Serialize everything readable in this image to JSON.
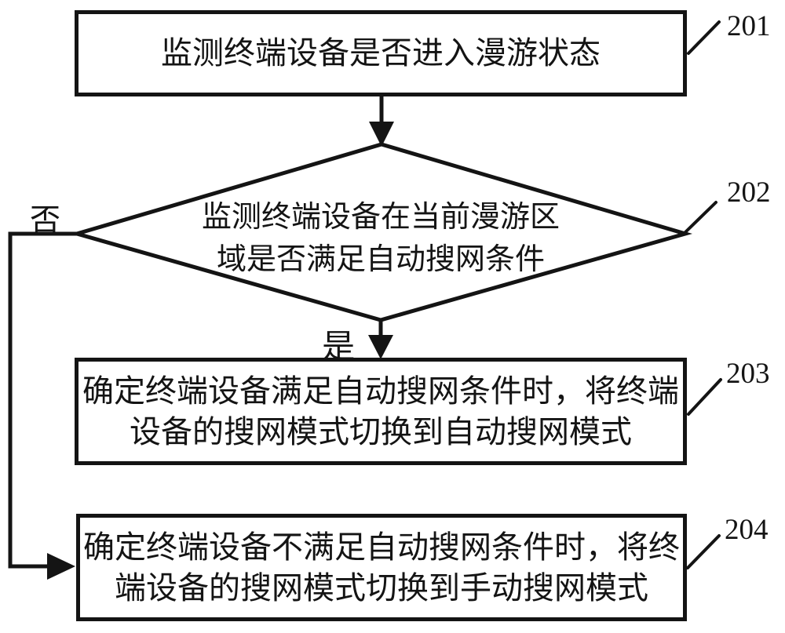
{
  "colors": {
    "background": "#ffffff",
    "ink": "#141414"
  },
  "flowchart": {
    "boxes": [
      {
        "id": "201",
        "type": "process",
        "lines": [
          "监测终端设备是否进入漫游状态"
        ]
      },
      {
        "id": "202",
        "type": "decision",
        "lines": [
          "监测终端设备在当前漫游区",
          "域是否满足自动搜网条件"
        ]
      },
      {
        "id": "203",
        "type": "process",
        "lines": [
          "确定终端设备满足自动搜网条件时，将终端",
          "设备的搜网模式切换到自动搜网模式"
        ]
      },
      {
        "id": "204",
        "type": "process",
        "lines": [
          "确定终端设备不满足自动搜网条件时，将终",
          "端设备的搜网模式切换到手动搜网模式"
        ]
      }
    ],
    "branch_labels": {
      "yes": "是",
      "no": "否"
    }
  }
}
